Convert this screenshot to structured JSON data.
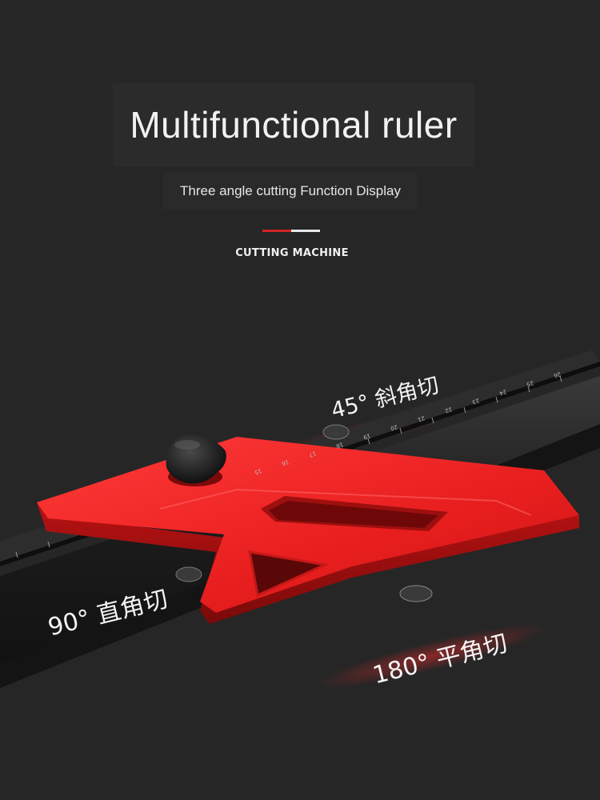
{
  "header": {
    "title": "Multifunctional ruler",
    "subtitle": "Three angle cutting Function Display",
    "brand": "CUTTING MACHINE"
  },
  "labels": {
    "angle_45": "45° 斜角切",
    "angle_90": "90° 直角切",
    "angle_180": "180° 平角切"
  },
  "ruler": {
    "tick_numbers": [
      "15",
      "16",
      "17",
      "18",
      "19",
      "20",
      "21",
      "22",
      "23",
      "24",
      "25",
      "26"
    ]
  },
  "colors": {
    "background": "#262626",
    "accent_red": "#d22323",
    "ruler_block": "#e21f1f",
    "rail": "#1b1b1b"
  }
}
